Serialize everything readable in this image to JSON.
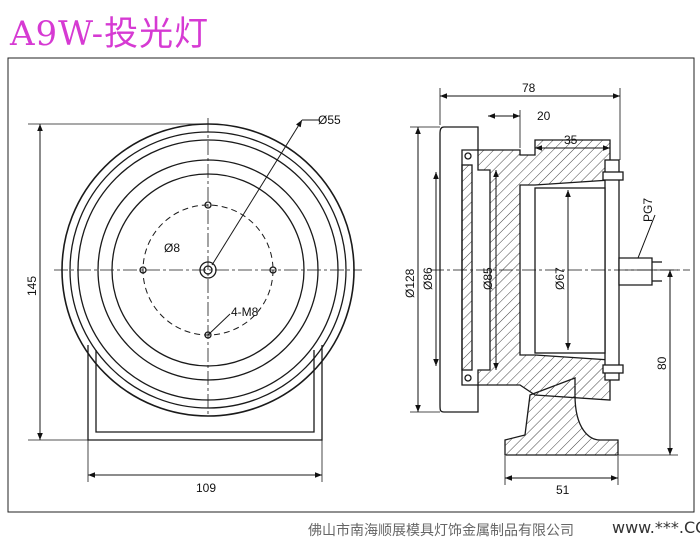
{
  "title": "A9W-投光灯",
  "front_view": {
    "dia_outer": "Ø55",
    "dia_center": "Ø8",
    "screws": "4-M8",
    "width": "109",
    "height": "145"
  },
  "side_view": {
    "total": "78",
    "front": "20",
    "rear": "35",
    "dia_128": "Ø128",
    "dia_86": "Ø86",
    "dia_85": "Ø85",
    "dia_67": "Ø67",
    "cable": "PG7",
    "base_width": "51",
    "base_height": "80"
  },
  "footer": "佛山市南海顺展模具灯饰金属制品有限公司",
  "watermark": "www.***.COM",
  "colors": {
    "title": "#d63ad3",
    "line": "#1a1a1a",
    "hatch": "#444444"
  }
}
